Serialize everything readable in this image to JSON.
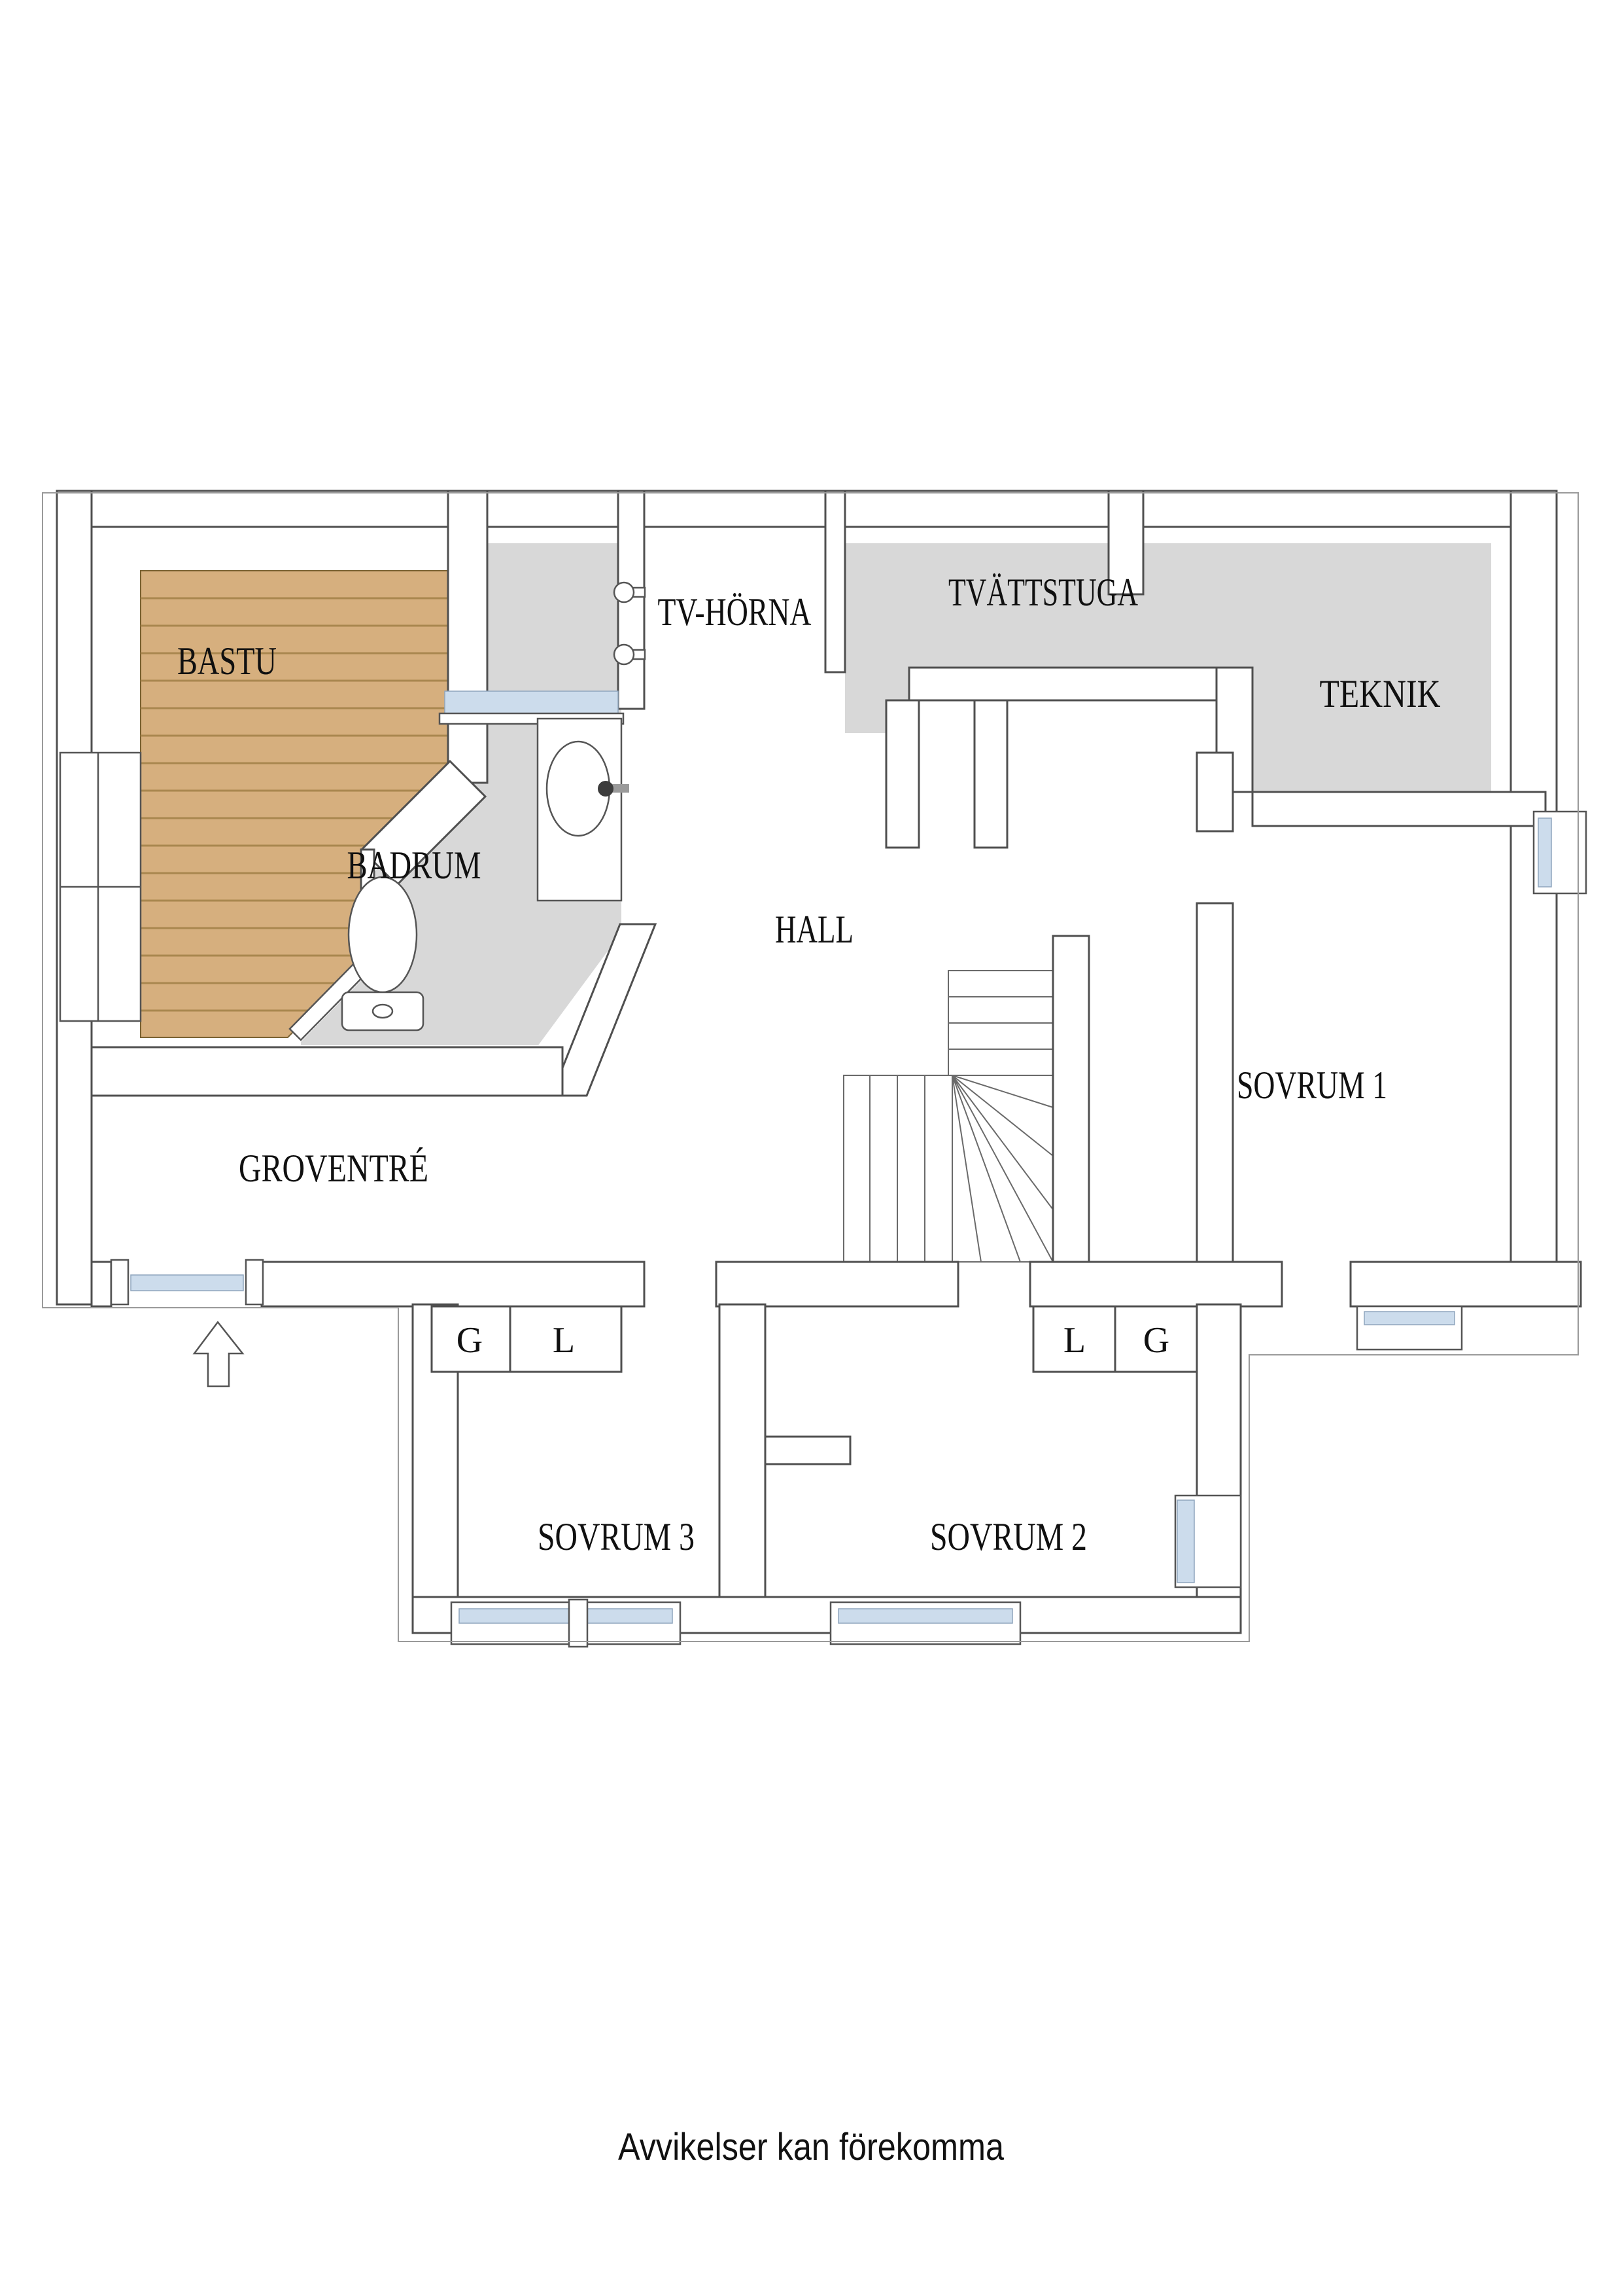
{
  "floorplan": {
    "rooms": {
      "bastu": "BASTU",
      "badrum": "BADRUM",
      "tv_horna": "TV-HÖRNA",
      "tvattstuga": "TVÄTTSTUGA",
      "teknik": "TEKNIK",
      "hall": "HALL",
      "sovrum1": "SOVRUM 1",
      "groventre": "GROVENTRÉ",
      "sovrum3": "SOVRUM 3",
      "sovrum2": "SOVRUM 2"
    },
    "closets": {
      "left": [
        "G",
        "L"
      ],
      "right": [
        "L",
        "G"
      ]
    },
    "footer_note": "Avvikelser kan förekomma",
    "colors": {
      "floor_gray": "#d8d8d8",
      "wood": "#d6af7e",
      "wood_stripe": "#a9874f",
      "glass": "#ccdcec",
      "wall_stroke": "#4f4f4f",
      "outline": "#9a9a9a",
      "text": "#101010"
    }
  }
}
